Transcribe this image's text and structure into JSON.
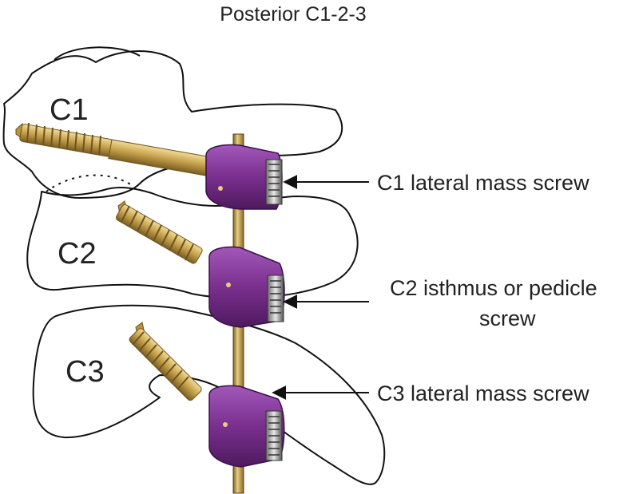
{
  "title": "Posterior C1-2-3",
  "vertebrae": {
    "c1": "C1",
    "c2": "C2",
    "c3": "C3"
  },
  "annotations": {
    "c1_screw": "C1 lateral mass screw",
    "c2_screw_line1": "C2 isthmus or pedicle",
    "c2_screw_line2": "screw",
    "c3_screw": "C3 lateral mass screw"
  },
  "colors": {
    "screw_gold": "#c8a84a",
    "rod_gold": "#b8953a",
    "tulip_purple": "#7a2f8f",
    "outline": "#111111"
  }
}
